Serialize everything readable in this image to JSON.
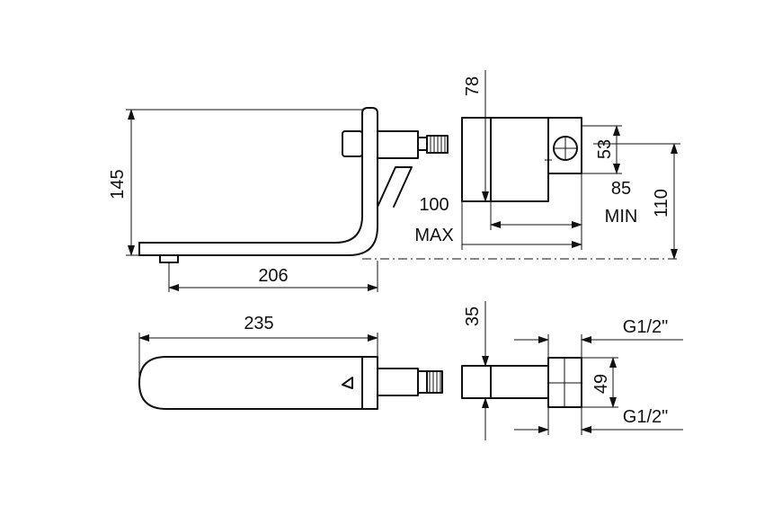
{
  "dimensions": {
    "height_145": "145",
    "length_206": "206",
    "depth_78": "78",
    "height_53": "53",
    "adjust_100": "100",
    "adjust_max": "MAX",
    "adjust_85": "85",
    "adjust_min": "MIN",
    "height_110": "110",
    "length_235": "235",
    "width_35": "35",
    "width_49": "49",
    "thread_top": "G1/2\"",
    "thread_bottom": "G1/2\""
  },
  "colors": {
    "line": "#111111",
    "background": "#ffffff"
  }
}
